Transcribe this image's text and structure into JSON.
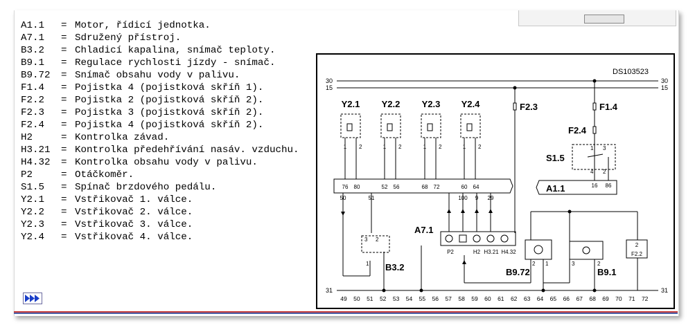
{
  "legend": [
    {
      "code": "A1.1",
      "desc": "Motor, řídicí jednotka."
    },
    {
      "code": "A7.1",
      "desc": "Sdružený přístroj."
    },
    {
      "code": "B3.2",
      "desc": "Chladicí kapalina, snímač teploty."
    },
    {
      "code": "B9.1",
      "desc": "Regulace rychlosti jízdy - snímač."
    },
    {
      "code": "B9.72",
      "desc": "Snímač obsahu vody v palivu."
    },
    {
      "code": "F1.4",
      "desc": "Pojistka 4 (pojistková skříň 1)."
    },
    {
      "code": "F2.2",
      "desc": "Pojistka 2 (pojistková skříň 2)."
    },
    {
      "code": "F2.3",
      "desc": "Pojistka 3 (pojistková skříň 2)."
    },
    {
      "code": "F2.4",
      "desc": "Pojistka 4 (pojistková skříň 2)."
    },
    {
      "code": "H2",
      "desc": "Kontrolka závad."
    },
    {
      "code": "H3.21",
      "desc": "Kontrolka předehřívání nasáv. vzduchu."
    },
    {
      "code": "H4.32",
      "desc": "Kontrolka obsahu vody v palivu."
    },
    {
      "code": "P2",
      "desc": "Otáčkoměr."
    },
    {
      "code": "S1.5",
      "desc": "Spínač brzdového pedálu."
    },
    {
      "code": "Y2.1",
      "desc": "Vstřikovač 1. válce."
    },
    {
      "code": "Y2.2",
      "desc": "Vstřikovač 2. válce."
    },
    {
      "code": "Y2.3",
      "desc": "Vstřikovač 3. válce."
    },
    {
      "code": "Y2.4",
      "desc": "Vstřikovač 4. válce."
    }
  ],
  "legend_eq": "=",
  "nav": {
    "icon": "triple-arrow-right-icon",
    "color": "#1a3ec8"
  },
  "diagram": {
    "id": "DS103523",
    "rails": {
      "top": "30",
      "second": "15",
      "bottom": "31"
    },
    "injectors": [
      {
        "label": "Y2.1",
        "pin_left": "1",
        "pin_right": "2",
        "ecu_left": "76",
        "ecu_right": "80"
      },
      {
        "label": "Y2.2",
        "pin_left": "1",
        "pin_right": "2",
        "ecu_left": "52",
        "ecu_right": "56"
      },
      {
        "label": "Y2.3",
        "pin_left": "1",
        "pin_right": "2",
        "ecu_left": "68",
        "ecu_right": "72"
      },
      {
        "label": "Y2.4",
        "pin_left": "1",
        "pin_right": "2",
        "ecu_left": "60",
        "ecu_right": "64"
      }
    ],
    "fuses": {
      "f23": "F2.3",
      "f14": "F1.4",
      "f24": "F2.4"
    },
    "switch": {
      "label": "S1.5",
      "pins": [
        "1",
        "3",
        "4",
        "2"
      ]
    },
    "ecu": {
      "label": "A1.1",
      "pins_right": [
        "16",
        "86"
      ],
      "pins_bottom": [
        "50",
        "51",
        "100",
        "9",
        "29"
      ]
    },
    "cluster": {
      "label": "A7.1",
      "sub_labels": [
        "P2",
        "H2",
        "H3.21",
        "H4.32"
      ]
    },
    "temp_sensor": {
      "label": "B3.2",
      "pins": [
        "3",
        "2",
        "1"
      ]
    },
    "water_sensor": {
      "label": "B9.72",
      "pins": [
        "2",
        "1"
      ]
    },
    "speed_sensor": {
      "label": "B9.1",
      "pins": [
        "3",
        "2"
      ]
    },
    "fuse_box": {
      "label": "F2.2",
      "pin": "2"
    },
    "bottom_numbers": [
      "49",
      "50",
      "51",
      "52",
      "53",
      "54",
      "55",
      "56",
      "57",
      "58",
      "59",
      "60",
      "61",
      "62",
      "63",
      "64",
      "65",
      "66",
      "67",
      "68",
      "69",
      "70",
      "71",
      "72"
    ]
  }
}
